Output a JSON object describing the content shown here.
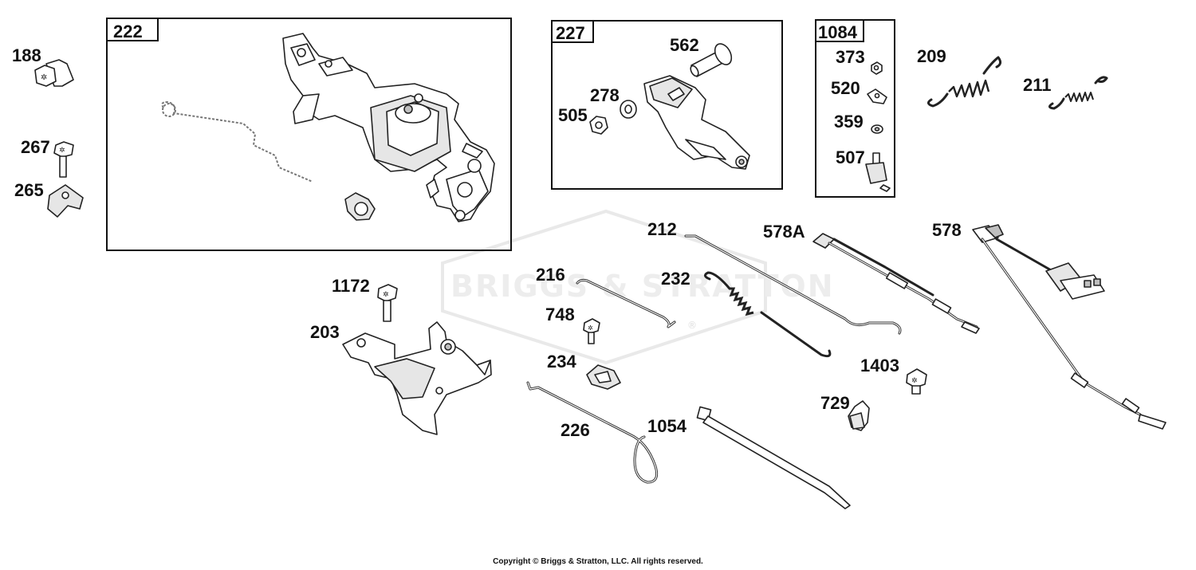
{
  "watermark": {
    "brand": "BRIGGS & STRATTON",
    "reg": "®"
  },
  "boxes": [
    {
      "id": "222",
      "label": "222"
    },
    {
      "id": "227",
      "label": "227"
    },
    {
      "id": "1084",
      "label": "1084"
    }
  ],
  "parts": {
    "p188": "188",
    "p267": "267",
    "p265": "265",
    "p562": "562",
    "p278": "278",
    "p505": "505",
    "p373": "373",
    "p520": "520",
    "p359": "359",
    "p507": "507",
    "p209": "209",
    "p211": "211",
    "p212": "212",
    "p578A": "578A",
    "p578": "578",
    "p216": "216",
    "p232": "232",
    "p1172": "1172",
    "p748": "748",
    "p203": "203",
    "p234": "234",
    "p1403": "1403",
    "p729": "729",
    "p226": "226",
    "p1054": "1054"
  },
  "footer": {
    "copyright": "Copyright © Briggs & Stratton, LLC. All rights reserved."
  }
}
